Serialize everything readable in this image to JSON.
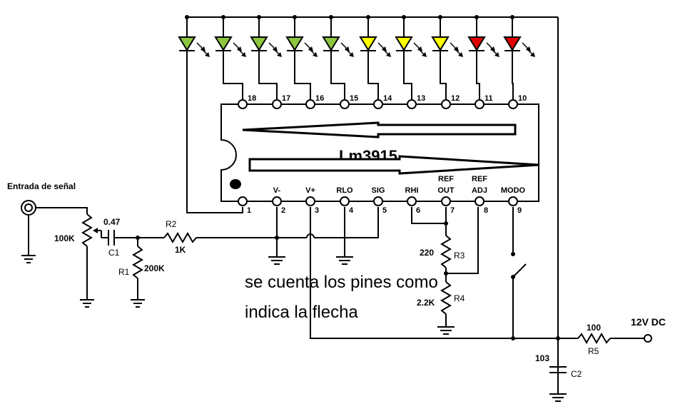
{
  "chip": {
    "name": "Lm3915",
    "top_pins": [
      "18",
      "17",
      "16",
      "15",
      "14",
      "13",
      "12",
      "11",
      "10"
    ],
    "bottom_pins": [
      "1",
      "2",
      "3",
      "4",
      "5",
      "6",
      "7",
      "8",
      "9"
    ],
    "bottom_labels": [
      "V-",
      "V+",
      "RLO",
      "SIG",
      "RHI",
      "REF\nOUT",
      "REF\nADJ",
      "MODO"
    ]
  },
  "leds": {
    "colors": [
      "#8dc63f",
      "#8dc63f",
      "#8dc63f",
      "#8dc63f",
      "#8dc63f",
      "#ffff00",
      "#ffff00",
      "#ffff00",
      "#e00000",
      "#e00000"
    ]
  },
  "input": {
    "label": "Entrada de señal"
  },
  "components": {
    "pot_value": "100K",
    "c1_value": "0.47",
    "c1_ref": "C1",
    "r1_ref": "R1",
    "r1_value": "200K",
    "r2_ref": "R2",
    "r2_value": "1K",
    "r3_value": "220",
    "r3_ref": "R3",
    "r4_value": "2.2K",
    "r4_ref": "R4",
    "r5_value": "100",
    "r5_ref": "R5",
    "c2_value": "103",
    "c2_ref": "C2"
  },
  "supply": {
    "label": "12V DC"
  },
  "note": {
    "line1": "se cuenta los pines como",
    "line2": "indica la flecha"
  }
}
